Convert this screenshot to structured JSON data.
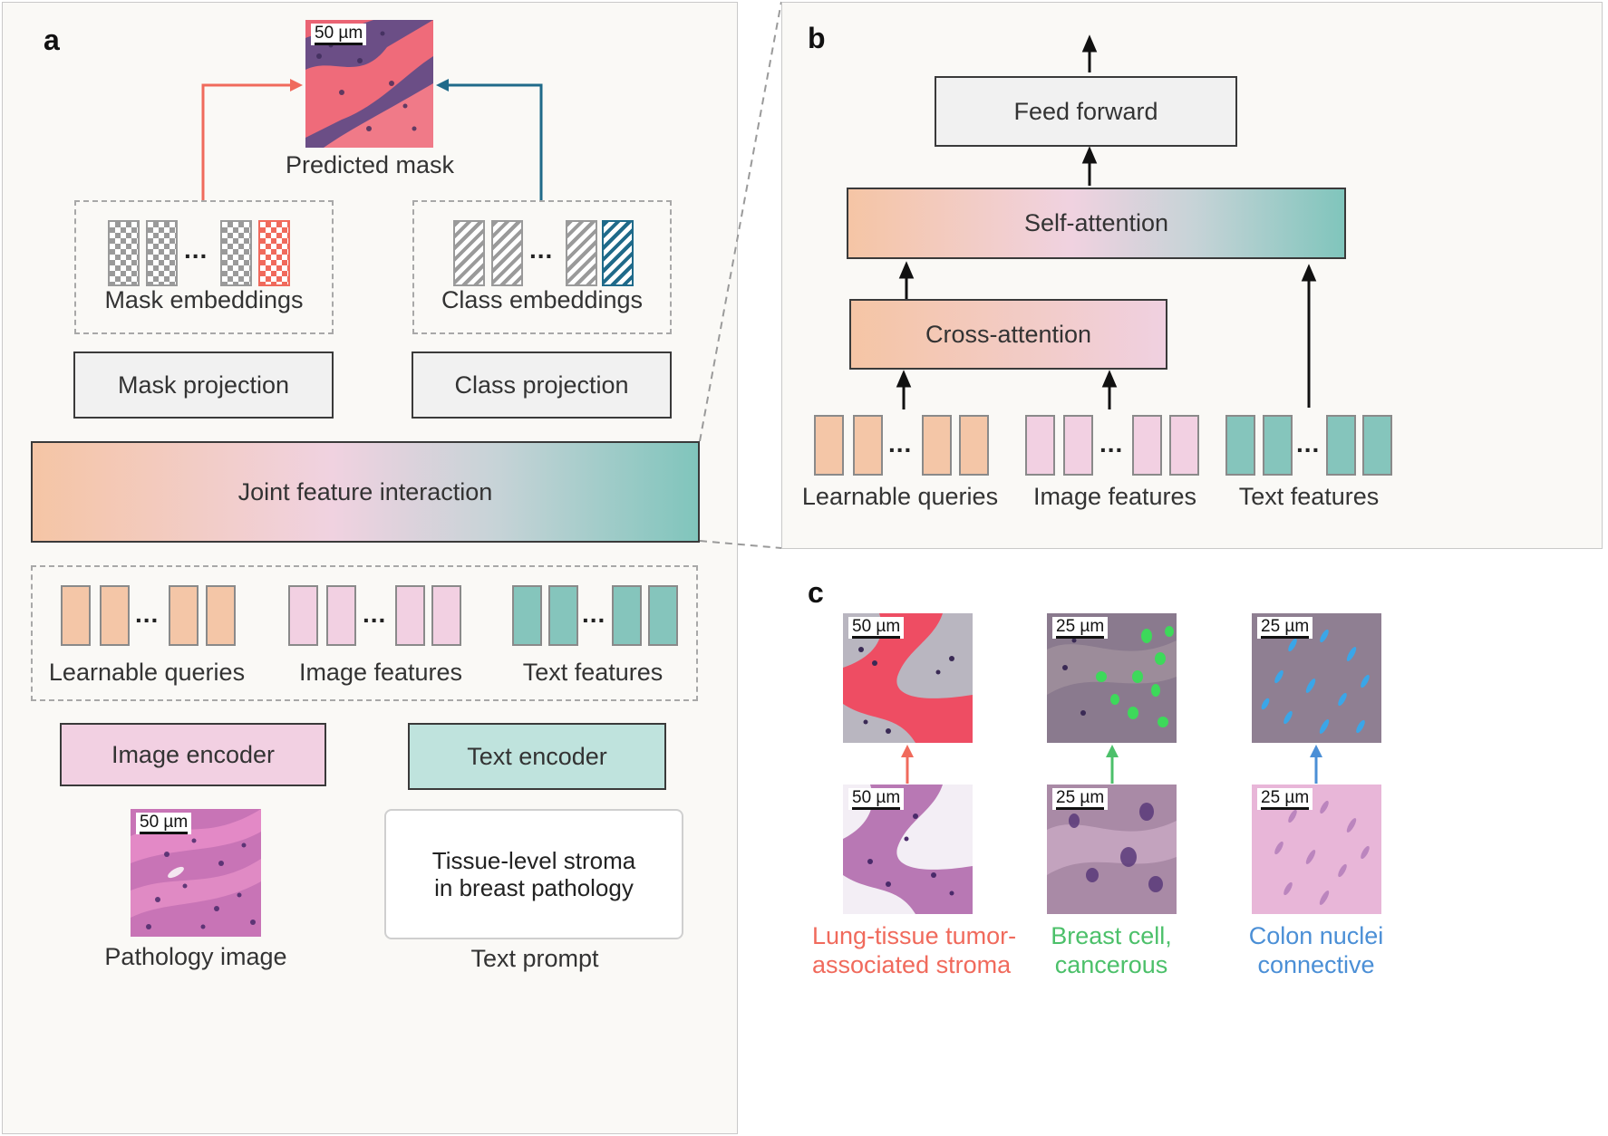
{
  "panels": {
    "a": "a",
    "b": "b",
    "c": "c"
  },
  "panel_a": {
    "scale_predicted": "50 µm",
    "predicted_mask_label": "Predicted mask",
    "mask_embeddings_label": "Mask embeddings",
    "class_embeddings_label": "Class embeddings",
    "mask_projection": "Mask projection",
    "class_projection": "Class projection",
    "joint_feature": "Joint feature interaction",
    "learnable_queries": "Learnable queries",
    "image_features": "Image features",
    "text_features": "Text features",
    "image_encoder": "Image encoder",
    "text_encoder": "Text encoder",
    "scale_pathology": "50 µm",
    "pathology_image_label": "Pathology image",
    "text_prompt_content": "Tissue-level stroma in breast pathology",
    "text_prompt_label": "Text prompt",
    "dots": "..."
  },
  "panel_b": {
    "feed_forward": "Feed forward",
    "self_attention": "Self-attention",
    "cross_attention": "Cross-attention",
    "learnable_queries": "Learnable queries",
    "image_features": "Image features",
    "text_features": "Text features",
    "dots": "..."
  },
  "panel_c": {
    "examples": [
      {
        "scale_top": "50 µm",
        "scale_bottom": "50 µm",
        "label_line1": "Lung-tissue tumor-",
        "label_line2": "associated stroma",
        "color": "#f06a5c"
      },
      {
        "scale_top": "25 µm",
        "scale_bottom": "25 µm",
        "label_line1": "Breast cell,",
        "label_line2": "cancerous",
        "color": "#4cc06a"
      },
      {
        "scale_top": "25 µm",
        "scale_bottom": "25 µm",
        "label_line1": "Colon nuclei",
        "label_line2": "connective",
        "color": "#4b8fd6"
      }
    ]
  },
  "colors": {
    "red_arrow": "#f06a5c",
    "blue_arrow": "#1f6a8a",
    "query_token": "#f4c6a7",
    "image_token": "#f2d0e2",
    "text_token": "#85c5bc"
  }
}
